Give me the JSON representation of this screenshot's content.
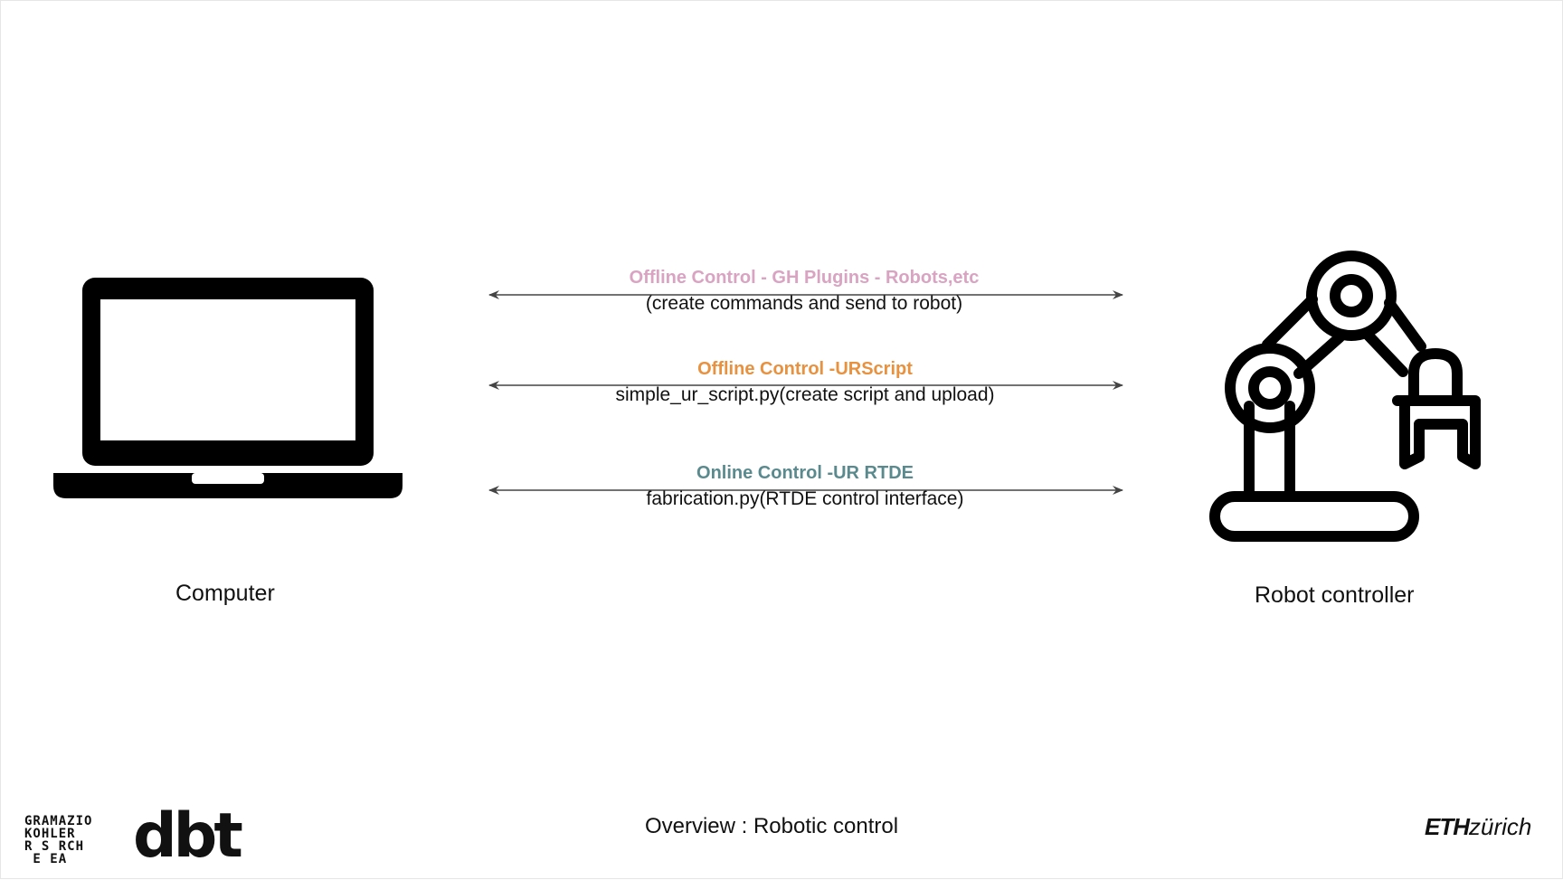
{
  "nodes": {
    "left_label": "Computer",
    "right_label": "Robot controller"
  },
  "connections": [
    {
      "title": "Offline Control - GH Plugins - Robots,etc",
      "subtitle": "(create commands and send to robot)",
      "color": "#d9a3c2"
    },
    {
      "title": "Offline Control -URScript",
      "subtitle": "simple_ur_script.py(create script and upload)",
      "color": "#e8913f"
    },
    {
      "title": "Online Control -UR RTDE",
      "subtitle": "fabrication.py(RTDE control interface)",
      "color": "#5a8a8e"
    }
  ],
  "footer": {
    "title": "Overview : Robotic control",
    "logo_gk_lines": [
      "GRAMAZIO",
      "KOHLER",
      "R S RCH",
      " E EA"
    ],
    "logo_dbt": "dbt",
    "logo_eth_bold": "ETH",
    "logo_eth_rest": "zürich"
  },
  "icons": {
    "left": "laptop-icon",
    "right": "robot-arm-icon"
  }
}
